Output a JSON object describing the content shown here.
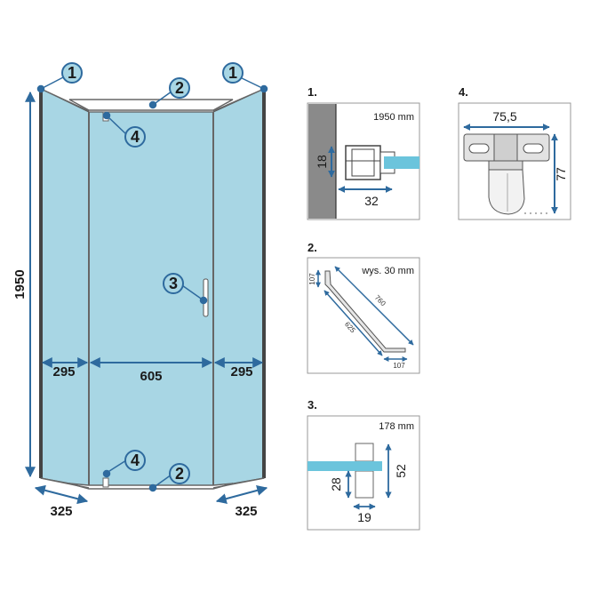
{
  "main": {
    "callouts": [
      "1",
      "2",
      "1",
      "4",
      "3",
      "4",
      "2"
    ],
    "height_dim": "1950",
    "widths": {
      "left": "295",
      "center": "605",
      "right": "295"
    },
    "bottom_left": "325",
    "bottom_right": "325"
  },
  "panel1": {
    "label": "1.",
    "note": "1950 mm",
    "v_dim": "18",
    "h_dim": "32"
  },
  "panel2": {
    "label": "2.",
    "note": "wys. 30 mm",
    "dims": [
      "107",
      "760",
      "625",
      "107"
    ]
  },
  "panel3": {
    "label": "3.",
    "note": "178 mm",
    "v_small": "28",
    "v_large": "52",
    "h_dim": "19"
  },
  "panel4": {
    "label": "4.",
    "h_dim": "75,5",
    "v_dim": "77"
  },
  "colors": {
    "glass": "#a8d6e4",
    "arrow": "#2e6a9e",
    "frame": "#555555",
    "wall": "#8a8a8a",
    "blue_bar": "#6bc4dc"
  }
}
